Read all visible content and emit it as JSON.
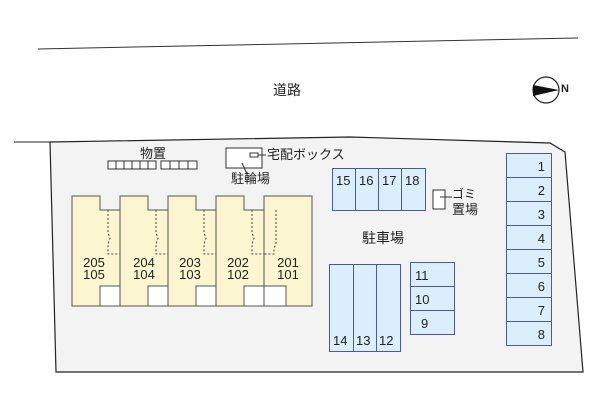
{
  "road": {
    "label": "道路"
  },
  "compass": {
    "label": "N"
  },
  "storage": {
    "label": "物置"
  },
  "bike_parking": {
    "label": "駐輪場"
  },
  "delivery_box": {
    "label": "宅配ボックス"
  },
  "garbage": {
    "label_line1": "ゴミ",
    "label_line2": "置場"
  },
  "parking_lot": {
    "label": "駐車場"
  },
  "units": [
    {
      "upper": "205",
      "lower": "105"
    },
    {
      "upper": "204",
      "lower": "104"
    },
    {
      "upper": "203",
      "lower": "103"
    },
    {
      "upper": "202",
      "lower": "102"
    },
    {
      "upper": "201",
      "lower": "101"
    }
  ],
  "parking_top": [
    "15",
    "16",
    "17",
    "18"
  ],
  "parking_bottom": [
    "14",
    "13",
    "12"
  ],
  "parking_middle": [
    "11",
    "10",
    "9"
  ],
  "parking_right": [
    "1",
    "2",
    "3",
    "4",
    "5",
    "6",
    "7",
    "8"
  ],
  "colors": {
    "building": "#fbf6cf",
    "parking": "#dbeefc",
    "lot": "#f3f3f3"
  }
}
